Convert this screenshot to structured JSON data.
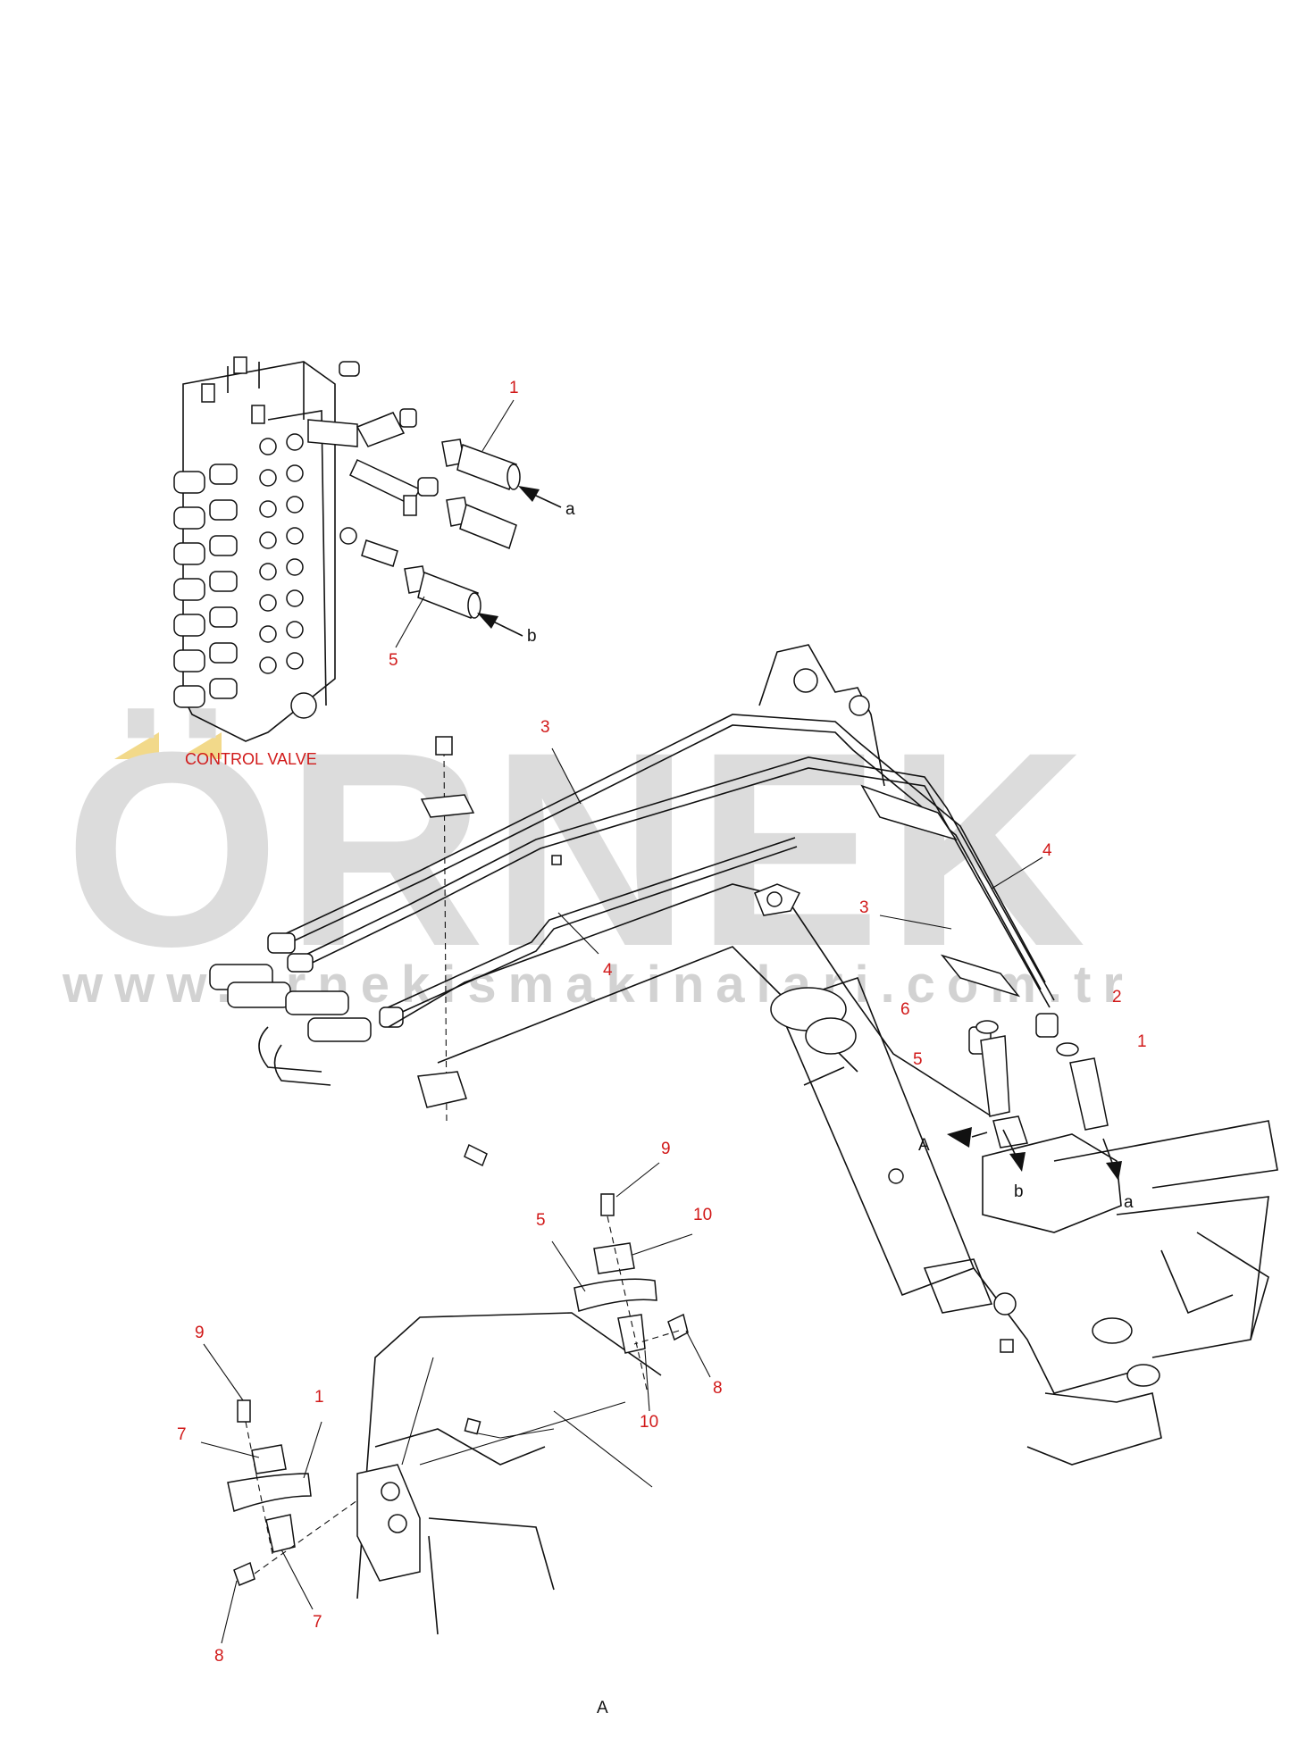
{
  "watermark": {
    "brand": "ÖRNEK",
    "url": "www.ornekismakinalari.com.tr",
    "accent_color": "#f2d98a",
    "text_color": "#dcdcdc"
  },
  "caption": {
    "control_valve": "CONTROL VALVE",
    "view": "A"
  },
  "callouts": {
    "c1a": "1",
    "a1": "a",
    "b1": "b",
    "c5a": "5",
    "c3a": "3",
    "c4a": "4",
    "c4b": "4",
    "c3b": "3",
    "c6": "6",
    "c2": "2",
    "c1b": "1",
    "c5b": "5",
    "viewA": "A",
    "b2": "b",
    "a2": "a",
    "c9a": "9",
    "c10a": "10",
    "c5c": "5",
    "c8a": "8",
    "c10b": "10",
    "c9b": "9",
    "c1c": "1",
    "c7a": "7",
    "c8b": "8",
    "c7b": "7"
  }
}
